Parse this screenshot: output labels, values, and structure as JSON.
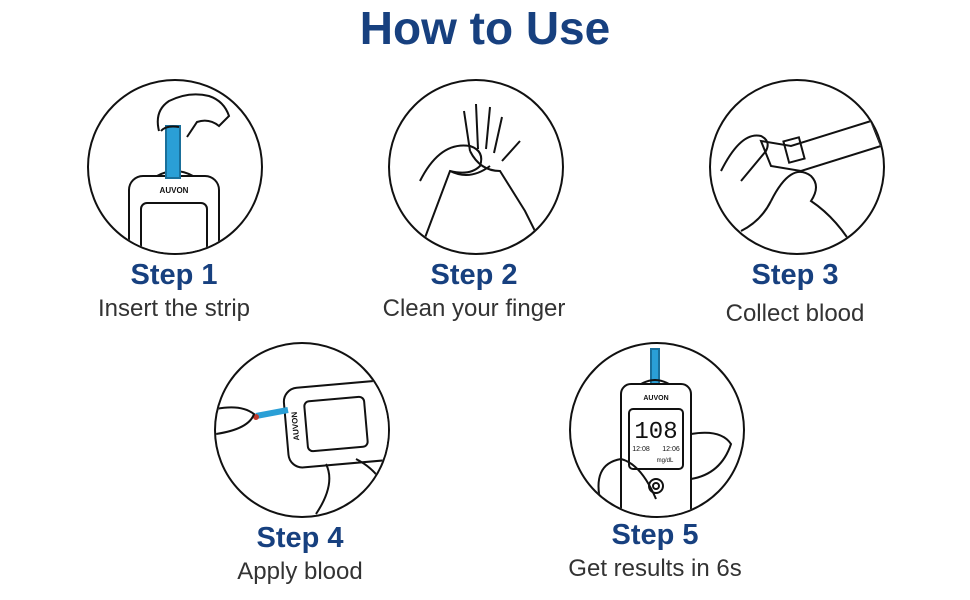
{
  "title": "How to Use",
  "colors": {
    "title": "#17407f",
    "strip": "#2a9fd6",
    "text": "#333333"
  },
  "steps": [
    {
      "label": "Step 1",
      "desc": "Insert the strip",
      "brand": "AUVON"
    },
    {
      "label": "Step 2",
      "desc": "Clean your finger"
    },
    {
      "label": "Step 3",
      "desc": "Collect blood"
    },
    {
      "label": "Step 4",
      "desc": "Apply blood",
      "brand": "AUVON"
    },
    {
      "label": "Step 5",
      "desc": "Get results in 6s",
      "brand": "AUVON",
      "reading": "108",
      "time": "12:08",
      "date": "12:06",
      "unit": "mg/dL"
    }
  ]
}
